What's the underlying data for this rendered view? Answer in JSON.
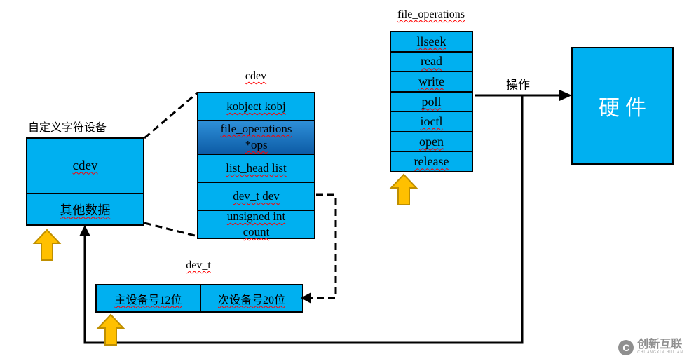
{
  "colors": {
    "box_cyan": "#00B0F0",
    "ops_gradient_top": "#2E8FD8",
    "ops_gradient_bottom": "#0D5CA6",
    "arrow_orange_fill": "#FFC000",
    "arrow_orange_border": "#BF8F00",
    "underline_red": "#FF0000",
    "line_black": "#000000",
    "hardware_text": "#FFFFFF"
  },
  "titles": {
    "file_operations": "file_operations",
    "cdev": "cdev",
    "dev_t": "dev_t",
    "custom_device_label": "自定义字符设备",
    "operation_label": "操作"
  },
  "file_ops": {
    "items": [
      "llseek",
      "read",
      "write",
      "poll",
      "ioctl",
      "open",
      "release"
    ]
  },
  "cdev_struct": {
    "field_kobj": "kobject kobj",
    "ops_line1": "file_operations",
    "ops_line2": "*ops",
    "field_list": "list_head list",
    "field_dev": "dev_t dev",
    "count_line1": "unsigned int",
    "count_line2": "count"
  },
  "left_box": {
    "top": "cdev",
    "bottom": "其他数据"
  },
  "dev_t_box": {
    "major": "主设备号12位",
    "minor": "次设备号20位"
  },
  "hardware": {
    "label": "硬件"
  },
  "watermark": {
    "icon": "C",
    "name": "创新互联",
    "sub": "CHUANGXIN HULIAN"
  }
}
